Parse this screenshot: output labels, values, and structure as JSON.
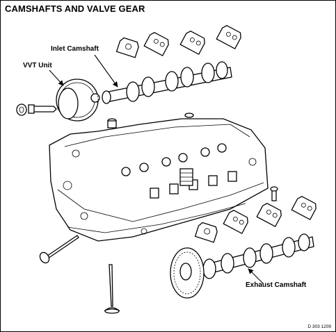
{
  "title": "CAMSHAFTS AND VALVE GEAR",
  "labels": {
    "inlet_camshaft": "Inlet Camshaft",
    "vvt_unit": "VVT Unit",
    "exhaust_camshaft": "Exhaust Camshaft"
  },
  "reference": "D 303 1209",
  "colors": {
    "line": "#000000",
    "background": "#ffffff"
  }
}
